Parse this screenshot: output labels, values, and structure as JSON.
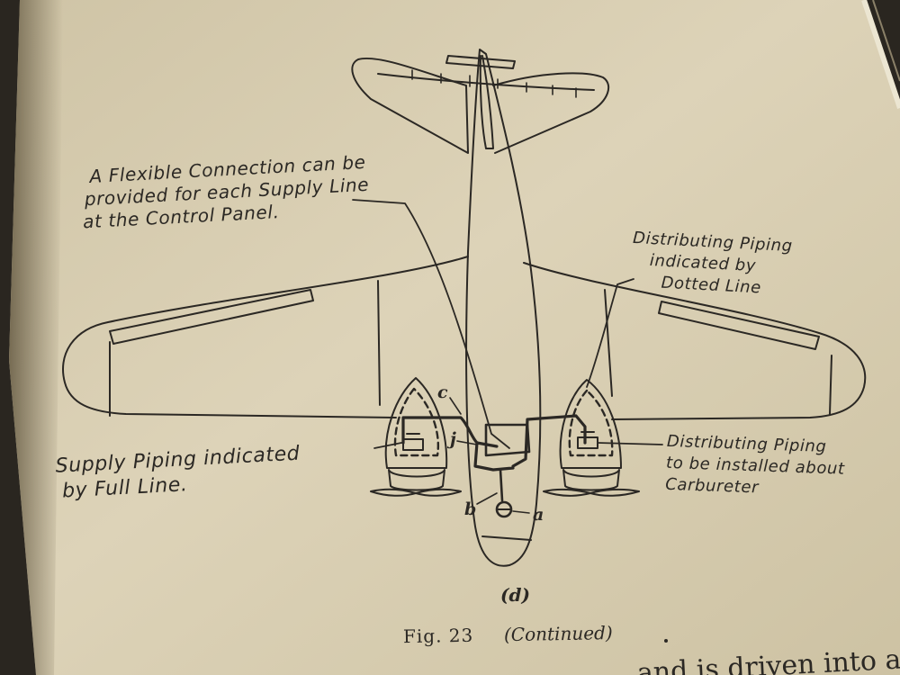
{
  "figure": {
    "sub_label": "(d)",
    "caption_prefix": "Fig. 23",
    "caption_suffix": "(Continued)",
    "body_text_fragment": "and is driven into al",
    "part_letters": {
      "a": "a",
      "b": "b",
      "c": "c",
      "j": "j"
    }
  },
  "callouts": {
    "flexible_connection": [
      "A Flexible Connection can be",
      "provided for each Supply Line",
      "at the Control Panel."
    ],
    "distributing_dotted": [
      "Distributing Piping",
      "indicated by",
      "Dotted Line"
    ],
    "supply_full": [
      "Supply Piping indicated",
      "by Full Line."
    ],
    "distributing_carburetor": [
      "Distributing Piping",
      "to be installed about",
      "Carbureter"
    ]
  },
  "colors": {
    "paper": "#d9cfb4",
    "ink": "#2b2824",
    "shadow": "#2a2620"
  }
}
